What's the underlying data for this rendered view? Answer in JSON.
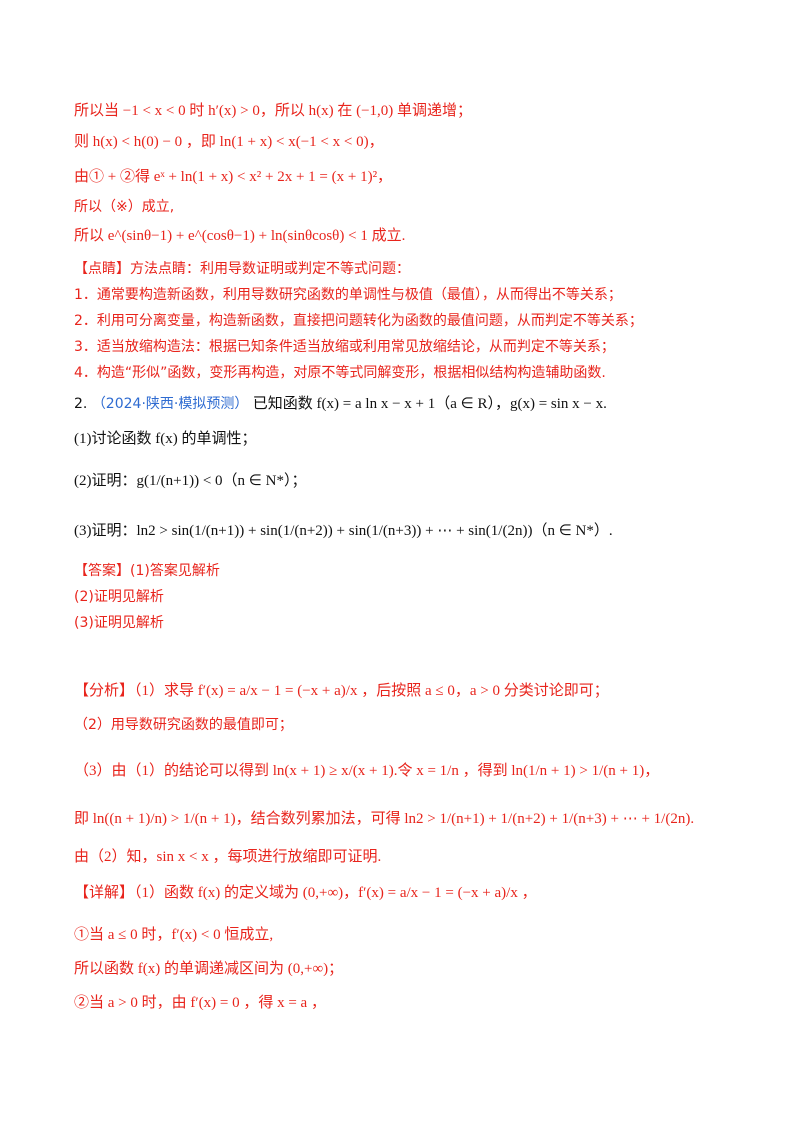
{
  "lines": [
    {
      "text": "所以当 −1 < x < 0 时 h′(x) > 0，所以 h(x) 在 (−1,0) 单调递增；",
      "class": "red"
    },
    {
      "text": "则 h(x) < h(0) − 0 ，即 ln(1 + x) < x(−1 < x < 0)，",
      "class": "red"
    },
    {
      "text": "由① + ②得 eˣ + ln(1 + x) < x² + 2x + 1 = (x + 1)²，",
      "class": "red"
    },
    {
      "text": "所以（※）成立,",
      "class": "red"
    },
    {
      "text": "所以 e^(sinθ−1) + e^(cosθ−1) + ln(sinθcosθ) < 1 成立.",
      "class": "red"
    },
    {
      "text": "【点睛】方法点睛：利用导数证明或判定不等式问题：",
      "class": "red"
    },
    {
      "text": "1．通常要构造新函数，利用导数研究函数的单调性与极值（最值），从而得出不等关系；",
      "class": "red"
    },
    {
      "text": "2．利用可分离变量，构造新函数，直接把问题转化为函数的最值问题，从而判定不等关系；",
      "class": "red"
    },
    {
      "text": "3．适当放缩构造法：根据已知条件适当放缩或利用常见放缩结论，从而判定不等关系；",
      "class": "red"
    },
    {
      "text": "4．构造“形似”函数，变形再构造，对原不等式同解变形，根据相似结构构造辅助函数.",
      "class": "red"
    },
    {
      "text": "(1)讨论函数 f(x) 的单调性；",
      "class": "black"
    },
    {
      "text": "(2)证明：g(1/(n+1)) < 0（n ∈ N*）；",
      "class": "black"
    },
    {
      "text": "(3)证明：ln2 > sin(1/(n+1)) + sin(1/(n+2)) + sin(1/(n+3)) + ⋯ + sin(1/(2n))（n ∈ N*）.",
      "class": "black"
    },
    {
      "text": "【答案】(1)答案见解析",
      "class": "red"
    },
    {
      "text": "(2)证明见解析",
      "class": "red"
    },
    {
      "text": "(3)证明见解析",
      "class": "red"
    },
    {
      "text": "【分析】（1）求导 f′(x) = a/x − 1 = (−x + a)/x ，后按照 a ≤ 0，a > 0 分类讨论即可；",
      "class": "red"
    },
    {
      "text": "（2）用导数研究函数的最值即可；",
      "class": "red"
    },
    {
      "text": "（3）由（1）的结论可以得到 ln(x + 1) ≥ x/(x + 1).令 x = 1/n ，得到 ln(1/n + 1) > 1/(n + 1)，",
      "class": "red"
    },
    {
      "text": "即 ln((n + 1)/n) > 1/(n + 1)，结合数列累加法，可得 ln2 > 1/(n+1) + 1/(n+2) + 1/(n+3) + ⋯ + 1/(2n).",
      "class": "red"
    },
    {
      "text": "由（2）知，sin x < x ，每项进行放缩即可证明.",
      "class": "red"
    },
    {
      "text": "【详解】（1）函数 f(x) 的定义域为 (0,+∞)，f′(x) = a/x − 1 = (−x + a)/x ，",
      "class": "red"
    },
    {
      "text": "①当 a ≤ 0 时，f′(x) < 0 恒成立,",
      "class": "red"
    },
    {
      "text": "所以函数 f(x) 的单调递减区间为 (0,+∞)；",
      "class": "red"
    },
    {
      "text": "②当 a > 0 时，由 f′(x) = 0 ，得 x = a ，",
      "class": "red"
    }
  ],
  "problem": {
    "number": "2.",
    "source": "（2024·陕西·模拟预测）",
    "stem": "已知函数 f(x) = a ln x − x + 1（a ∈ R），g(x) = sin x − x."
  }
}
